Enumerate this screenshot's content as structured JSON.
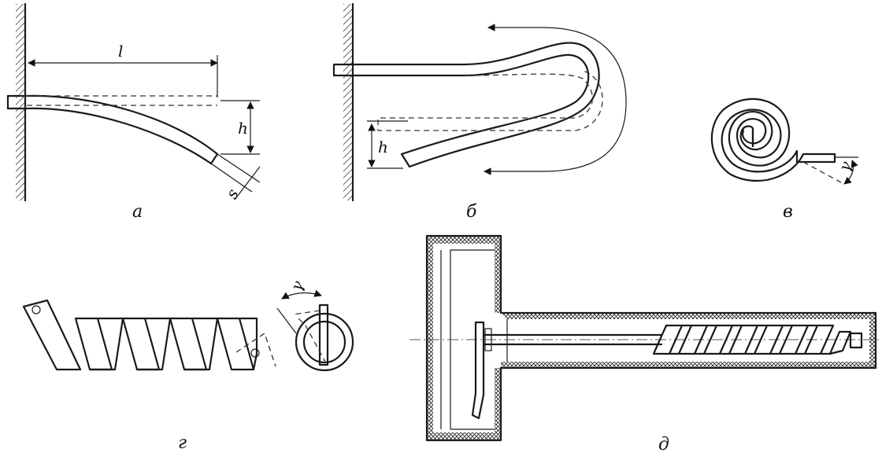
{
  "panels": {
    "a": {
      "caption": "а",
      "dim_length": "l",
      "dim_deflection": "h",
      "dim_thickness": "s"
    },
    "b": {
      "caption": "б",
      "dim_deflection": "h"
    },
    "v": {
      "caption": "в",
      "dim_angle": "γ"
    },
    "g": {
      "caption": "г",
      "dim_angle": "γ"
    },
    "d": {
      "caption": "д"
    }
  }
}
